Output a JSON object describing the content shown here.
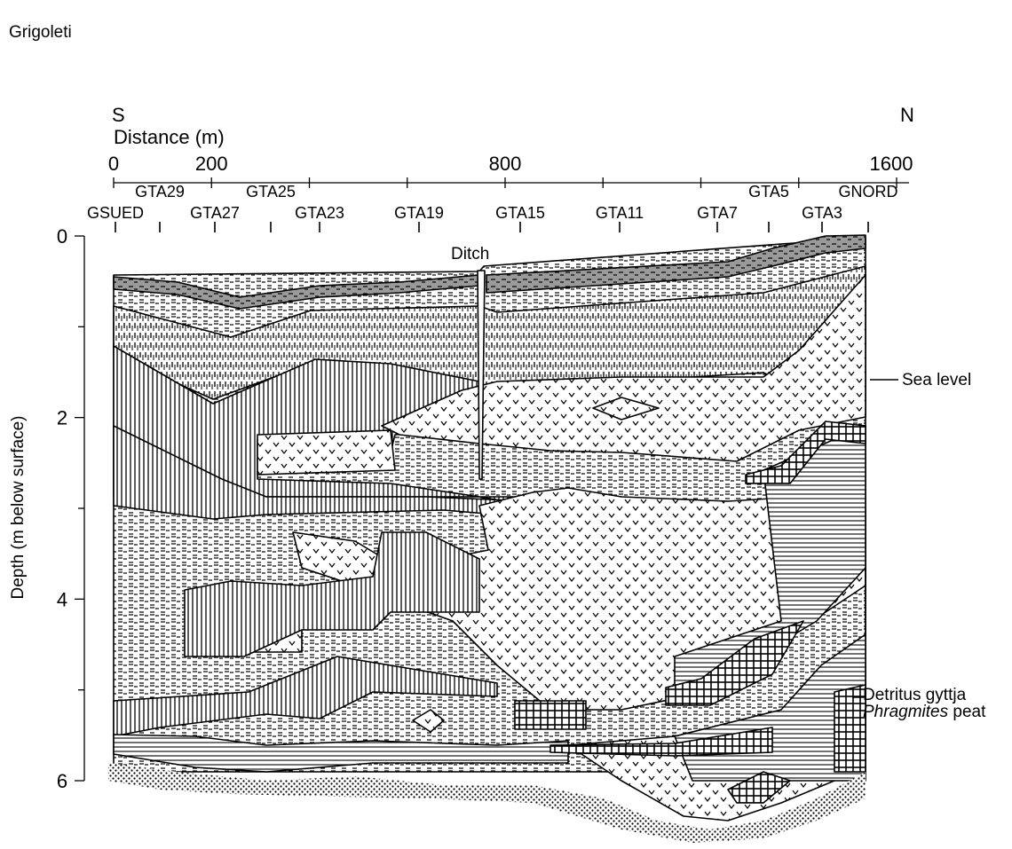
{
  "title": "Grigoleti",
  "orientation": {
    "south": "S",
    "north": "N"
  },
  "distance_axis": {
    "label": "Distance (m)",
    "ticks": [
      {
        "value": 0,
        "label": "0"
      },
      {
        "value": 200,
        "label": "200"
      },
      {
        "value": 800,
        "label": "800"
      },
      {
        "value": 1600,
        "label": "1600"
      }
    ]
  },
  "depth_axis": {
    "label": "Depth (m below surface)",
    "ticks": [
      {
        "value": 0,
        "label": "0"
      },
      {
        "value": 2,
        "label": "2"
      },
      {
        "value": 4,
        "label": "4"
      },
      {
        "value": 6,
        "label": "6"
      }
    ]
  },
  "cores": [
    {
      "id": "GSUED",
      "row": "lower"
    },
    {
      "id": "GTA29",
      "row": "upper"
    },
    {
      "id": "GTA27",
      "row": "lower"
    },
    {
      "id": "GTA25",
      "row": "upper"
    },
    {
      "id": "GTA23",
      "row": "lower"
    },
    {
      "id": "GTA19",
      "row": "lower"
    },
    {
      "id": "GTA15",
      "row": "lower"
    },
    {
      "id": "GTA11",
      "row": "lower"
    },
    {
      "id": "GTA7",
      "row": "lower"
    },
    {
      "id": "GTA5",
      "row": "upper"
    },
    {
      "id": "GTA3",
      "row": "lower"
    },
    {
      "id": "GNORD",
      "row": "upper"
    }
  ],
  "annotations": {
    "ditch": "Ditch",
    "sea_level": "Sea level",
    "detritus": "Detritus gyttja",
    "phragmites_italic": "Phragmites",
    "phragmites_rest": " peat"
  }
}
